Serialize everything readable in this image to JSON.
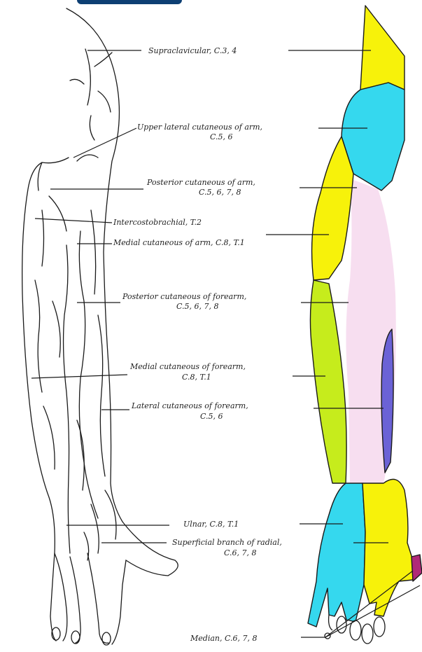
{
  "colors": {
    "yellow": "#f7f20a",
    "cyan": "#35d8ee",
    "pink": "#f7def0",
    "yellow_green": "#c6ec1c",
    "blue_violet": "#6b62d6",
    "magenta": "#b02a78",
    "outline": "#1a1a1a"
  },
  "labels": {
    "supraclavicular": "Supraclavicular, C.3, 4",
    "upper_lateral_1": "Upper lateral cutaneous of arm,",
    "upper_lateral_2": "C.5, 6",
    "posterior_arm_1": "Posterior cutaneous of arm,",
    "posterior_arm_2": "C.5, 6, 7, 8",
    "intercostobrachial": "Intercostobrachial, T.2",
    "medial_arm": "Medial cutaneous of arm, C.8, T.1",
    "posterior_forearm_1": "Posterior cutaneous of forearm,",
    "posterior_forearm_2": "C.5, 6, 7, 8",
    "medial_forearm_1": "Medial cutaneous of forearm,",
    "medial_forearm_2": "C.8, T.1",
    "lateral_forearm_1": "Lateral cutaneous of forearm,",
    "lateral_forearm_2": "C.5, 6",
    "ulnar": "Ulnar, C.8, T.1",
    "radial_1": "Superficial branch of radial,",
    "radial_2": "C.6, 7, 8",
    "median": "Median, C.6, 7, 8"
  }
}
